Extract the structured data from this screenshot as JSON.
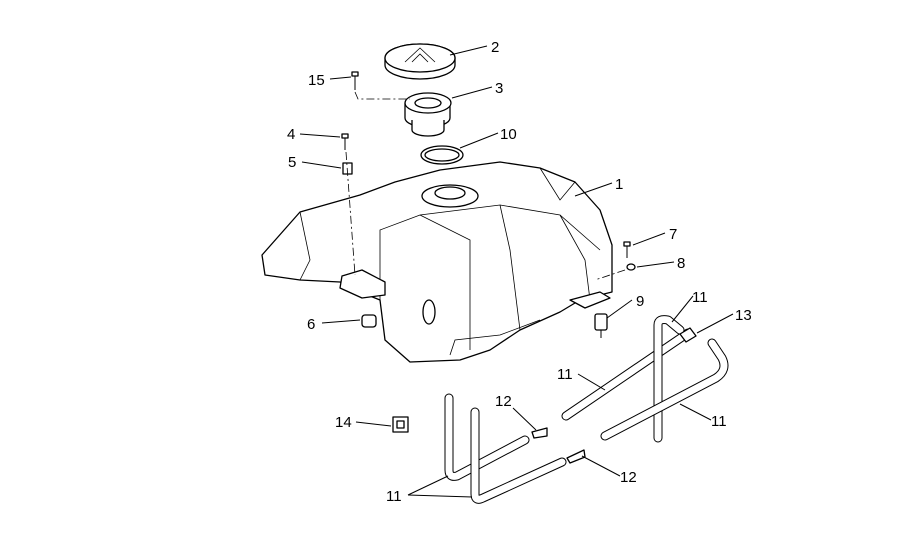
{
  "diagram": {
    "type": "exploded parts diagram - fuel tank",
    "callouts": [
      {
        "id": "c1",
        "text": "1"
      },
      {
        "id": "c2",
        "text": "2"
      },
      {
        "id": "c3",
        "text": "3"
      },
      {
        "id": "c4",
        "text": "4"
      },
      {
        "id": "c5",
        "text": "5"
      },
      {
        "id": "c6",
        "text": "6"
      },
      {
        "id": "c7",
        "text": "7"
      },
      {
        "id": "c8",
        "text": "8"
      },
      {
        "id": "c9",
        "text": "9"
      },
      {
        "id": "c10",
        "text": "10"
      },
      {
        "id": "c11a",
        "text": "11"
      },
      {
        "id": "c11b",
        "text": "11"
      },
      {
        "id": "c11c",
        "text": "11"
      },
      {
        "id": "c11d",
        "text": "11"
      },
      {
        "id": "c12a",
        "text": "12"
      },
      {
        "id": "c12b",
        "text": "12"
      },
      {
        "id": "c13",
        "text": "13"
      },
      {
        "id": "c14",
        "text": "14"
      },
      {
        "id": "c15",
        "text": "15"
      }
    ]
  }
}
